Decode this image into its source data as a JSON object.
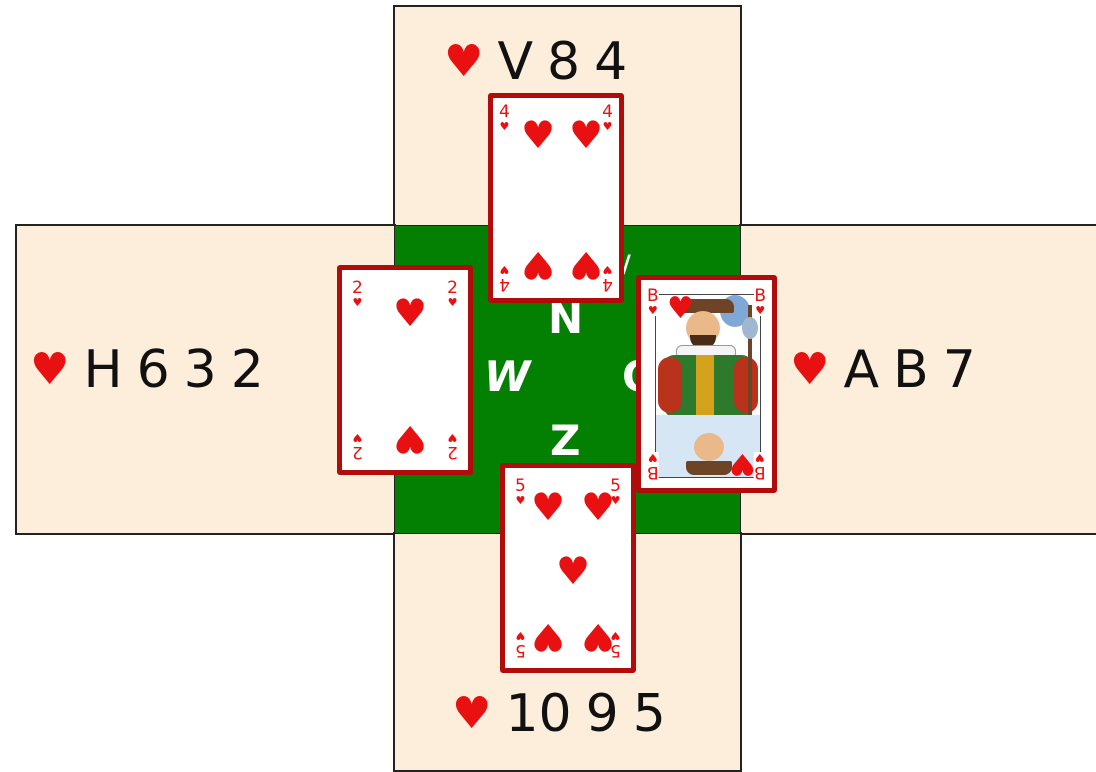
{
  "suit_symbol": "♥",
  "colors": {
    "felt": "#037f02",
    "panel": "#fdeedc",
    "suit": "#e81010",
    "card_border": "#b00c0c"
  },
  "hands": {
    "north": {
      "ranks": [
        "V",
        "8",
        "4"
      ]
    },
    "west": {
      "ranks": [
        "H",
        "6",
        "3",
        "2"
      ]
    },
    "east": {
      "ranks": [
        "A",
        "B",
        "7"
      ]
    },
    "south": {
      "ranks": [
        "10",
        "9",
        "5"
      ]
    }
  },
  "compass": {
    "north": "N",
    "west": "W",
    "east": "O",
    "south": "Z",
    "vulnerable_mark": "/"
  },
  "trick": {
    "north": {
      "rank": "4",
      "suit": "hearts"
    },
    "west": {
      "rank": "2",
      "suit": "hearts"
    },
    "east": {
      "rank": "B",
      "suit": "hearts",
      "face_card": true
    },
    "south": {
      "rank": "5",
      "suit": "hearts"
    }
  }
}
